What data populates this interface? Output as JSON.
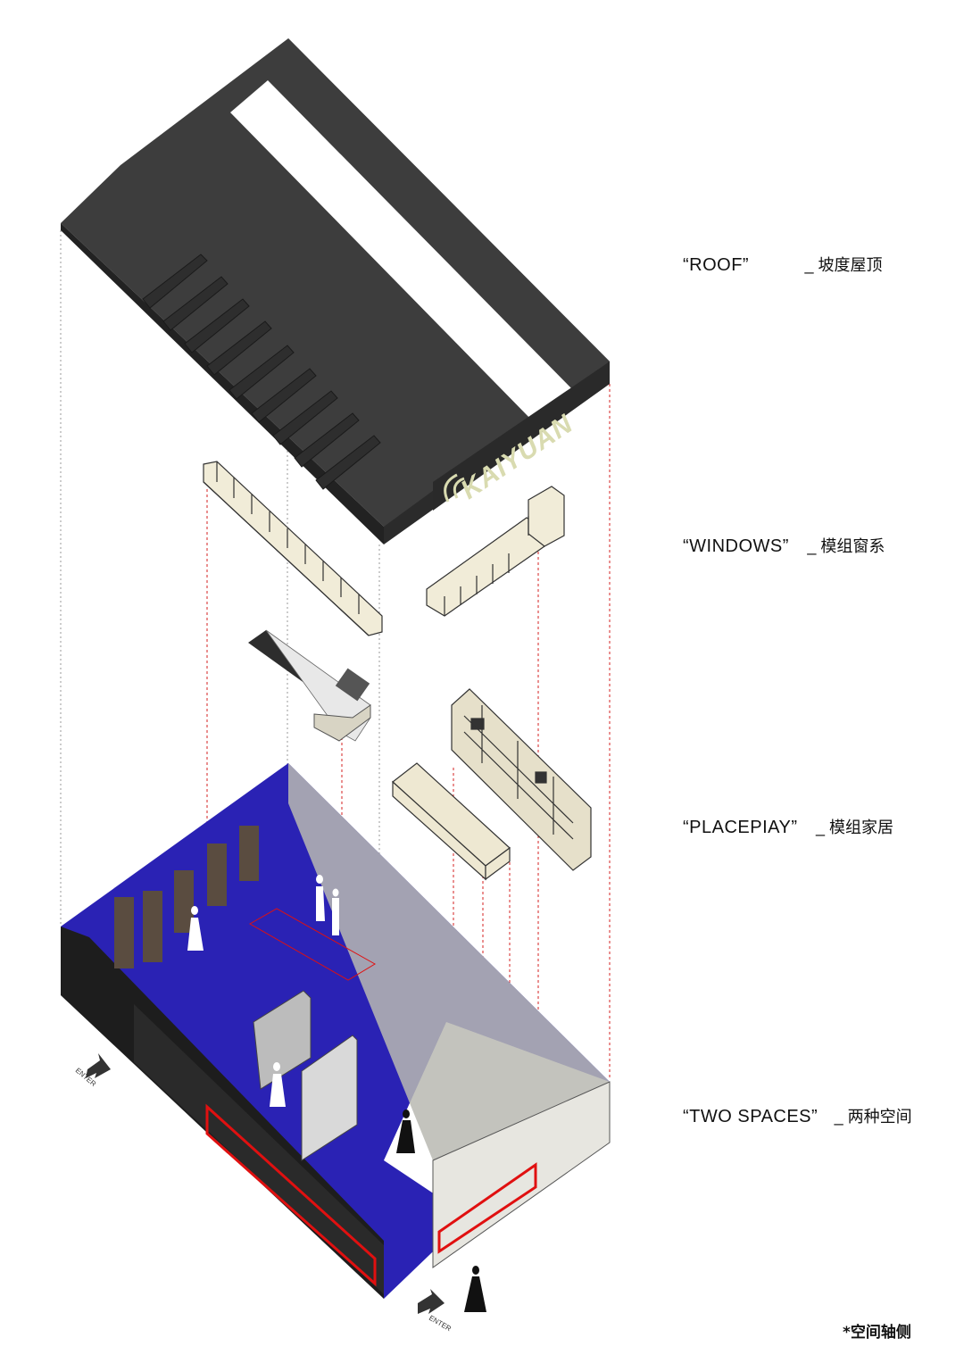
{
  "layers": [
    {
      "name": "“ROOF”",
      "zh": "_ 坡度屋顶"
    },
    {
      "name": "“WINDOWS”",
      "zh": "_ 模组窗系"
    },
    {
      "name": "“PLACEPIAY”",
      "zh": "_ 模组家居"
    },
    {
      "name": "“TWO SPACES”",
      "zh": "_ 两种空间"
    }
  ],
  "brand_sign": "KAIYUAN",
  "enter_marks": [
    "ENTER",
    "ENTER"
  ],
  "caption": "*空间轴侧",
  "colors": {
    "roof": "#3a3a3a",
    "floor_blue": "#2a22b4",
    "wall_gray": "#c8c8c2",
    "wall_dark": "#222222",
    "highlight_red": "#e01010",
    "guide_red": "#d42020"
  }
}
